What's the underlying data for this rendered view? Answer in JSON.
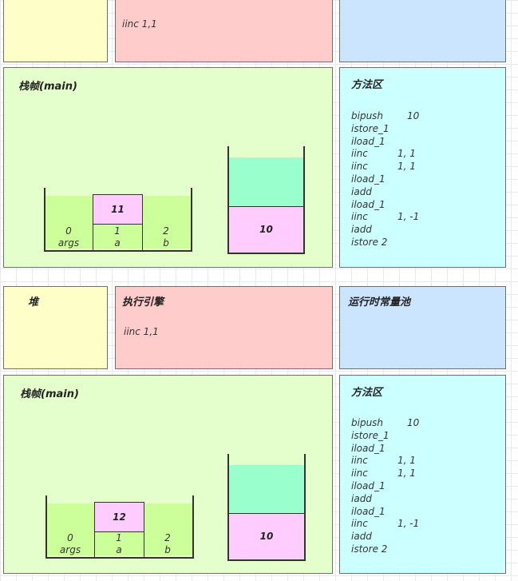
{
  "top_partial": {
    "engine_text": "iinc 1,1"
  },
  "section1": {
    "frame_title": "栈帧(main)",
    "method_title": "方法区",
    "slots": [
      {
        "index": "0",
        "name": "args"
      },
      {
        "index": "1",
        "name": "a"
      },
      {
        "index": "2",
        "name": "b"
      }
    ],
    "slot_a_value": "11",
    "stack_value": "10",
    "code": [
      {
        "op": "bipush",
        "arg": "10"
      },
      {
        "op": "istore_1",
        "arg": ""
      },
      {
        "op": "iload_1",
        "arg": ""
      },
      {
        "op": "iinc",
        "arg": "1, 1"
      },
      {
        "op": "iinc",
        "arg": "1, 1"
      },
      {
        "op": "iload_1",
        "arg": ""
      },
      {
        "op": "iadd",
        "arg": ""
      },
      {
        "op": "iload_1",
        "arg": ""
      },
      {
        "op": "iinc",
        "arg": "1, -1"
      },
      {
        "op": "iadd",
        "arg": ""
      },
      {
        "op": "istore 2",
        "arg": ""
      }
    ]
  },
  "section2": {
    "heap_title": "堆",
    "engine_title": "执行引擎",
    "engine_text": "iinc 1,1",
    "pool_title": "运行时常量池",
    "frame_title": "栈帧(main)",
    "method_title": "方法区",
    "slots": [
      {
        "index": "0",
        "name": "args"
      },
      {
        "index": "1",
        "name": "a"
      },
      {
        "index": "2",
        "name": "b"
      }
    ],
    "slot_a_value": "12",
    "stack_value": "10",
    "code": [
      {
        "op": "bipush",
        "arg": "10"
      },
      {
        "op": "istore_1",
        "arg": ""
      },
      {
        "op": "iload_1",
        "arg": ""
      },
      {
        "op": "iinc",
        "arg": "1, 1"
      },
      {
        "op": "iinc",
        "arg": "1, 1"
      },
      {
        "op": "iload_1",
        "arg": ""
      },
      {
        "op": "iadd",
        "arg": ""
      },
      {
        "op": "iload_1",
        "arg": ""
      },
      {
        "op": "iinc",
        "arg": "1, -1"
      },
      {
        "op": "iadd",
        "arg": ""
      },
      {
        "op": "istore 2",
        "arg": ""
      }
    ]
  },
  "colors": {
    "heap": "#fefec8",
    "engine": "#ffcccc",
    "pool": "#cce5ff",
    "frame": "#e5ffcc",
    "method": "#ccffff",
    "slot": "#ccff99",
    "operand_top": "#99ffcc",
    "value_box": "#ffccff"
  }
}
